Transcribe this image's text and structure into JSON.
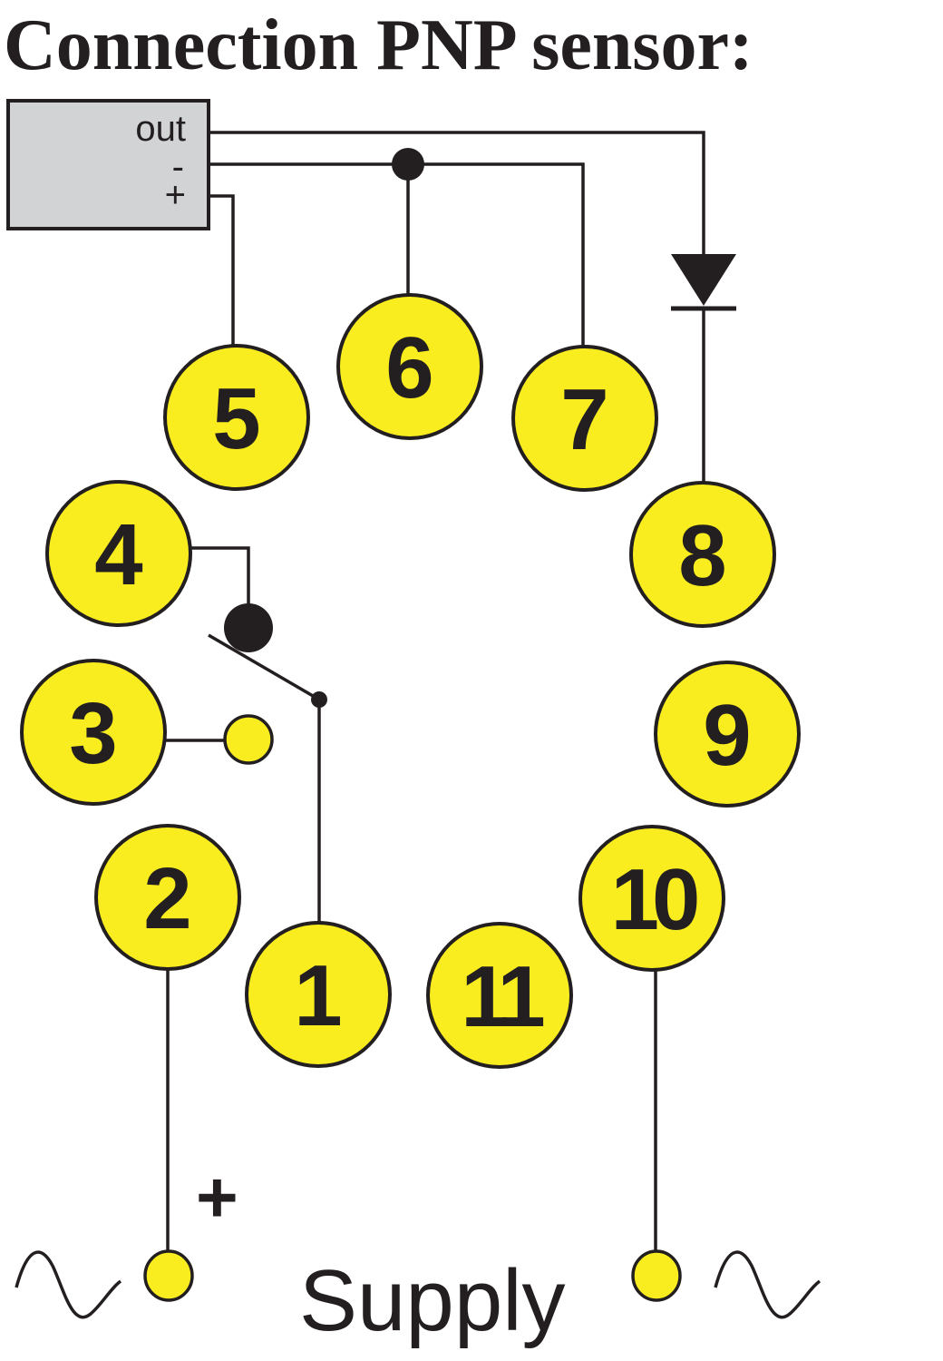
{
  "title": "Connection PNP sensor:",
  "sensor": {
    "out_label": "out",
    "minus_label": "-",
    "plus_label": "+"
  },
  "pins": [
    "1",
    "2",
    "3",
    "4",
    "5",
    "6",
    "7",
    "8",
    "9",
    "10",
    "11"
  ],
  "supply": {
    "label": "Supply",
    "plus_label": "+"
  },
  "colors": {
    "pin_fill": "#f9ed1f",
    "ink": "#231f20",
    "sensor_fill": "#d1d3d4"
  }
}
